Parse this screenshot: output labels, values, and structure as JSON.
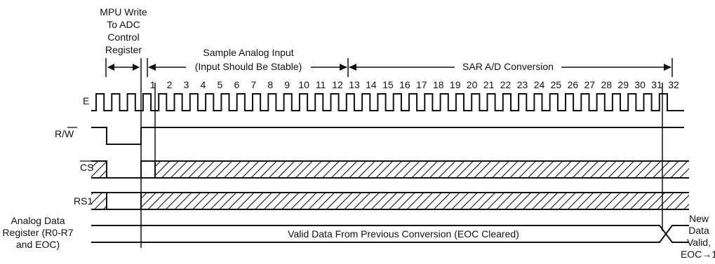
{
  "header": {
    "mpu_write": [
      "MPU Write",
      "To ADC",
      "Control",
      "Register"
    ],
    "sample_line1": "Sample Analog Input",
    "sample_line2": "(Input Should Be Stable)",
    "sar": "SAR A/D Conversion"
  },
  "cycle_numbers": [
    "1",
    "2",
    "3",
    "4",
    "5",
    "6",
    "7",
    "8",
    "9",
    "10",
    "11",
    "12",
    "13",
    "14",
    "15",
    "16",
    "17",
    "18",
    "19",
    "20",
    "21",
    "22",
    "23",
    "24",
    "25",
    "26",
    "27",
    "28",
    "29",
    "30",
    "31",
    "32"
  ],
  "signals": {
    "e": "E",
    "rw": "R/W",
    "cs": "CS",
    "rs1": "RS1",
    "register": [
      "Analog Data",
      "Register (R0-R7",
      "and EOC)"
    ]
  },
  "valid_data": "Valid Data From Previous Conversion (EOC Cleared)",
  "new_data": [
    "New",
    "Data",
    "Valid,",
    "EOC→1"
  ]
}
